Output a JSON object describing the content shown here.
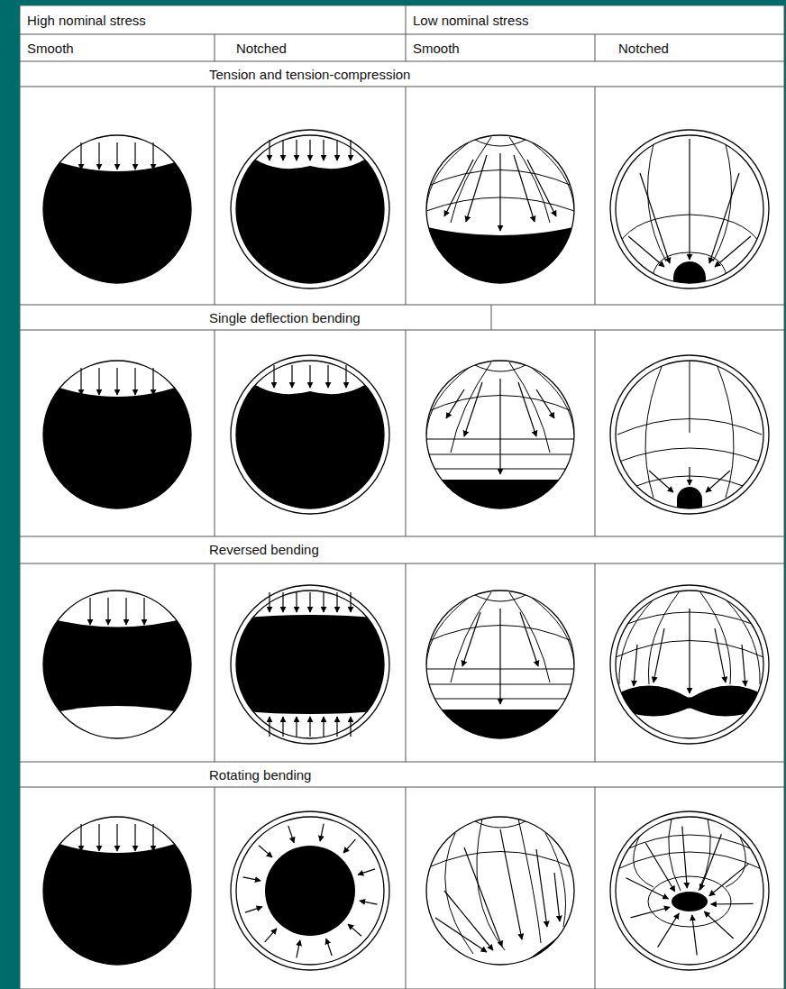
{
  "diagram": {
    "labels": [
      "High nominal stress",
      "Low nominal stress",
      "Smooth",
      "Notched",
      "Smooth",
      "Notched",
      "Tension and tension-compression",
      "Single deflection bending",
      "Reversed bending",
      "Rotating bending"
    ]
  }
}
